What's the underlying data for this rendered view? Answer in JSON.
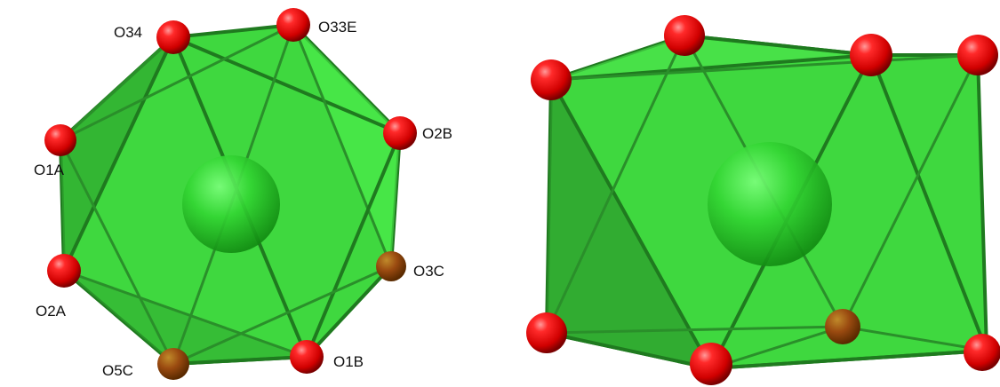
{
  "figure": {
    "left_polyhedron": {
      "labels": {
        "o34": "O34",
        "o33e": "O33E",
        "o1a": "O1A",
        "o2b": "O2B",
        "o2a": "O2A",
        "o3c": "O3C",
        "o5c": "O5C",
        "o1b": "O1B"
      }
    },
    "colors": {
      "face_green": "#3fdc3f",
      "edge_green": "#1f7a1f",
      "oxygen_red": "#e00000",
      "central_sphere": "#22c422"
    }
  }
}
